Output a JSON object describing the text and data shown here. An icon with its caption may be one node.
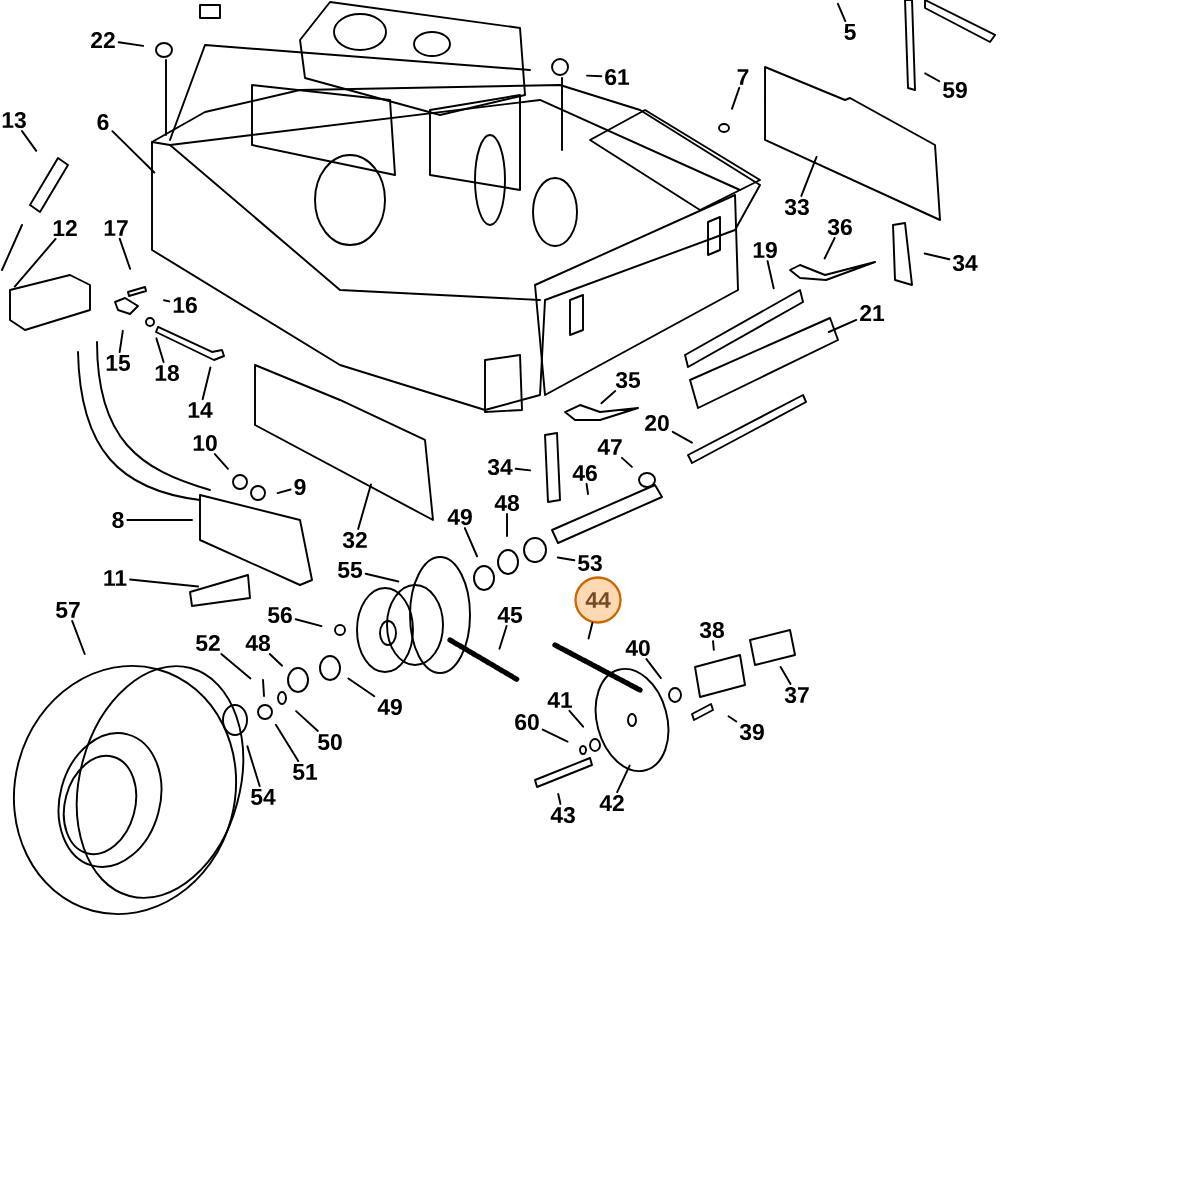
{
  "diagram": {
    "nodes": [
      {
        "text": [
          "5"
        ]
      },
      {
        "text": [
          "22"
        ]
      },
      {
        "text": [
          "61"
        ]
      },
      {
        "text": [
          "7"
        ]
      },
      {
        "text": [
          "59"
        ]
      },
      {
        "text": [
          "13"
        ]
      },
      {
        "text": [
          "6"
        ]
      },
      {
        "text": [
          "33"
        ]
      },
      {
        "text": [
          "36"
        ]
      },
      {
        "text": [
          "12"
        ]
      },
      {
        "text": [
          "17"
        ]
      },
      {
        "text": [
          "34"
        ]
      },
      {
        "text": [
          "19"
        ]
      },
      {
        "text": [
          "16"
        ]
      },
      {
        "text": [
          "21"
        ]
      },
      {
        "text": [
          "15"
        ]
      },
      {
        "text": [
          "18"
        ]
      },
      {
        "text": [
          "35"
        ]
      },
      {
        "text": [
          "14"
        ]
      },
      {
        "text": [
          "20"
        ]
      },
      {
        "text": [
          "10"
        ]
      },
      {
        "text": [
          "47"
        ]
      },
      {
        "text": [
          "34"
        ]
      },
      {
        "text": [
          "46"
        ]
      },
      {
        "text": [
          "9"
        ]
      },
      {
        "text": [
          "8"
        ]
      },
      {
        "text": [
          "32"
        ]
      },
      {
        "text": [
          "49"
        ]
      },
      {
        "text": [
          "48"
        ]
      },
      {
        "text": [
          "53"
        ]
      },
      {
        "text": [
          "55"
        ]
      },
      {
        "text": [
          "11"
        ]
      },
      {
        "text": [
          "44"
        ]
      },
      {
        "text": [
          "57"
        ]
      },
      {
        "text": [
          "56"
        ]
      },
      {
        "text": [
          "45"
        ]
      },
      {
        "text": [
          "38"
        ]
      },
      {
        "text": [
          "52"
        ]
      },
      {
        "text": [
          "48"
        ]
      },
      {
        "text": [
          "40"
        ]
      },
      {
        "text": [
          "37"
        ]
      },
      {
        "text": [
          "49"
        ]
      },
      {
        "text": [
          "41"
        ]
      },
      {
        "text": [
          "60"
        ]
      },
      {
        "text": [
          "50"
        ]
      },
      {
        "text": [
          "39"
        ]
      },
      {
        "text": [
          "51"
        ]
      },
      {
        "text": [
          "54"
        ]
      },
      {
        "text": [
          "42"
        ]
      },
      {
        "text": [
          "43"
        ]
      }
    ],
    "edges": [
      {
        "from": 0,
        "to": null,
        "arrow": "none"
      },
      {
        "from": 1,
        "to": null,
        "arrow": "none"
      },
      {
        "from": 2,
        "to": null,
        "arrow": "none"
      },
      {
        "from": 3,
        "to": null,
        "arrow": "none"
      },
      {
        "from": 4,
        "to": null,
        "arrow": "none"
      },
      {
        "from": 5,
        "to": null,
        "arrow": "none"
      },
      {
        "from": 6,
        "to": null,
        "arrow": "none"
      },
      {
        "from": 7,
        "to": null,
        "arrow": "none"
      },
      {
        "from": 8,
        "to": null,
        "arrow": "none"
      },
      {
        "from": 9,
        "to": null,
        "arrow": "none"
      },
      {
        "from": 10,
        "to": null,
        "arrow": "none"
      },
      {
        "from": 11,
        "to": null,
        "arrow": "none"
      },
      {
        "from": 12,
        "to": null,
        "arrow": "none"
      },
      {
        "from": 13,
        "to": null,
        "arrow": "none"
      },
      {
        "from": 14,
        "to": null,
        "arrow": "none"
      },
      {
        "from": 15,
        "to": null,
        "arrow": "none"
      },
      {
        "from": 16,
        "to": null,
        "arrow": "none"
      },
      {
        "from": 17,
        "to": null,
        "arrow": "none"
      },
      {
        "from": 18,
        "to": null,
        "arrow": "none"
      },
      {
        "from": 19,
        "to": null,
        "arrow": "none"
      },
      {
        "from": 20,
        "to": null,
        "arrow": "none"
      },
      {
        "from": 21,
        "to": null,
        "arrow": "none"
      },
      {
        "from": 22,
        "to": null,
        "arrow": "none"
      },
      {
        "from": 23,
        "to": null,
        "arrow": "none"
      },
      {
        "from": 24,
        "to": null,
        "arrow": "none"
      },
      {
        "from": 25,
        "to": null,
        "arrow": "none"
      },
      {
        "from": 26,
        "to": null,
        "arrow": "none"
      },
      {
        "from": 27,
        "to": null,
        "arrow": "none"
      },
      {
        "from": 28,
        "to": null,
        "arrow": "none"
      },
      {
        "from": 29,
        "to": null,
        "arrow": "none"
      },
      {
        "from": 30,
        "to": null,
        "arrow": "none"
      },
      {
        "from": 31,
        "to": null,
        "arrow": "none"
      },
      {
        "from": 32,
        "to": null,
        "arrow": "none"
      },
      {
        "from": 33,
        "to": null,
        "arrow": "none"
      },
      {
        "from": 34,
        "to": null,
        "arrow": "none"
      },
      {
        "from": 35,
        "to": null,
        "arrow": "none"
      },
      {
        "from": 36,
        "to": null,
        "arrow": "none"
      },
      {
        "from": 37,
        "to": null,
        "arrow": "none"
      },
      {
        "from": 38,
        "to": null,
        "arrow": "none"
      },
      {
        "from": 39,
        "to": null,
        "arrow": "none"
      },
      {
        "from": 40,
        "to": null,
        "arrow": "none"
      },
      {
        "from": 41,
        "to": null,
        "arrow": "none"
      },
      {
        "from": 42,
        "to": null,
        "arrow": "none"
      },
      {
        "from": 43,
        "to": null,
        "arrow": "none"
      },
      {
        "from": 44,
        "to": null,
        "arrow": "none"
      },
      {
        "from": 45,
        "to": null,
        "arrow": "none"
      },
      {
        "from": 46,
        "to": null,
        "arrow": "none"
      },
      {
        "from": 47,
        "to": null,
        "arrow": "none"
      },
      {
        "from": 48,
        "to": null,
        "arrow": "none"
      },
      {
        "from": 49,
        "to": null,
        "arrow": "none"
      }
    ]
  }
}
